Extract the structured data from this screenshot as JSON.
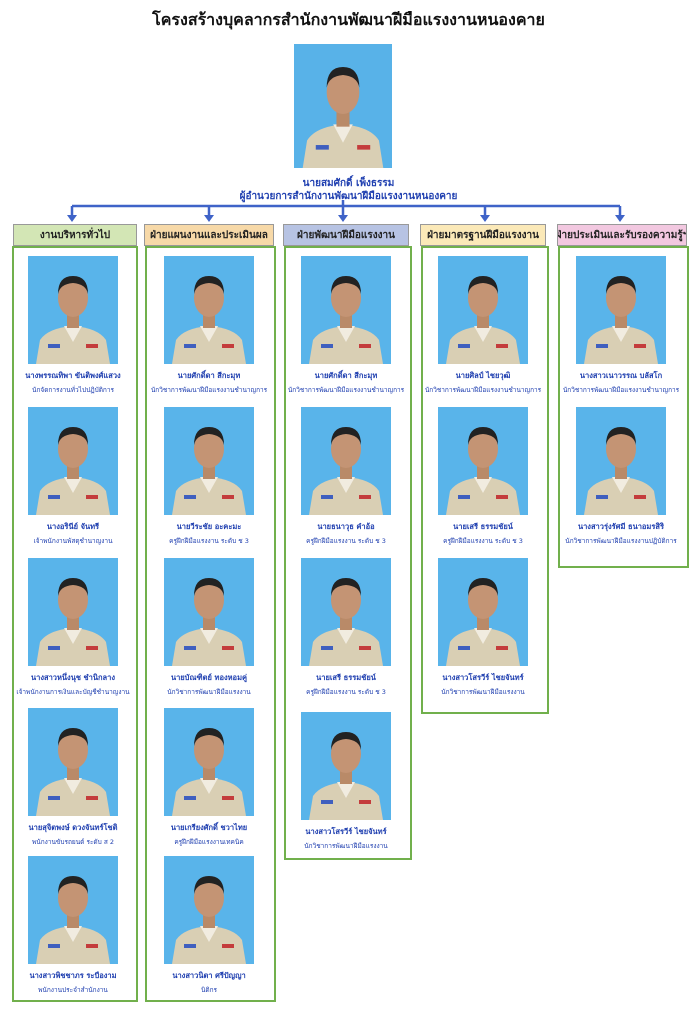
{
  "title": "โครงสร้างบุคลากรสำนักงานพัฒนาฝีมือแรงงานหนองคาย",
  "director": {
    "name": "นายสมศักดิ์ เพ็งธรรม",
    "position": "ผู้อำนวยการสำนักงานพัฒนาฝีมือแรงงานหนองคาย"
  },
  "colors": {
    "frame": "#71b04c",
    "text": "#1f3fb0",
    "photo_bg": "#59b4ea",
    "connector": "#3f63c8"
  },
  "columns": [
    {
      "header": "งานบริหารทั่วไป",
      "header_color": "#d3e6b5",
      "staff": [
        {
          "name": "นางพรรณทิพา ขันติพงศ์แสวง",
          "position": "นักจัดการงานทั่วไปปฏิบัติการ"
        },
        {
          "name": "นางอรินีย์ จันทรี",
          "position": "เจ้าพนักงานพัสดุชำนาญงาน"
        },
        {
          "name": "นางสาวหนึ่งนุช ชำนิกลาง",
          "position": "เจ้าพนักงานการเงินและบัญชีชำนาญงาน"
        },
        {
          "name": "นายสุจิตพงษ์ ดวงจันทร์โชติ",
          "position": "พนักงานขับรถยนต์ ระดับ ส 2"
        },
        {
          "name": "นางสาวพิชชาภร ระบืองาม",
          "position": "พนักงานประจำสำนักงาน"
        }
      ]
    },
    {
      "header": "ฝ่ายแผนงานและประเมินผล",
      "header_color": "#f7d9a8",
      "staff": [
        {
          "name": "นายศักดิ์ดา สีกะมุท",
          "position": "นักวิชาการพัฒนาฝีมือแรงงานชำนาญการ"
        },
        {
          "name": "นายวีระชัย อะคะมะ",
          "position": "ครูฝึกฝีมือแรงงาน ระดับ ช 3"
        },
        {
          "name": "นายบัณฑิตย์ ทองหอมคู่",
          "position": "นักวิชาการพัฒนาฝีมือแรงงาน"
        },
        {
          "name": "นายเกรียงศักดิ์ ชวาไทย",
          "position": "ครูฝึกฝีมือแรงงานเทคนิค"
        },
        {
          "name": "นางสาวนิตา ศรีปัญญา",
          "position": "นิติกร"
        }
      ]
    },
    {
      "header": "ฝ่ายพัฒนาฝีมือแรงงาน",
      "header_color": "#b7c3e3",
      "staff": [
        {
          "name": "นายศักดิ์ดา สีกะมุท",
          "position": "นักวิชาการพัฒนาฝีมือแรงงานชำนาญการ"
        },
        {
          "name": "นายธนาวุธ คำอ้อ",
          "position": "ครูฝึกฝีมือแรงงาน ระดับ ช 3"
        },
        {
          "name": "นายเสรี ธรรมชัยน์",
          "position": "ครูฝึกฝีมือแรงงาน ระดับ ช 3"
        },
        {
          "name": "นางสาวโสรวีร์ ไชยจันทร์",
          "position": "นักวิชาการพัฒนาฝีมือแรงงาน"
        }
      ]
    },
    {
      "header": "ฝ่ายมาตรฐานฝีมือแรงงาน",
      "header_color": "#fbe9b8",
      "staff": [
        {
          "name": "นายศิลป์ ไชยวุฒิ",
          "position": "นักวิชาการพัฒนาฝีมือแรงงานชำนาญการ"
        },
        {
          "name": "นายเสรี ธรรมชัยน์",
          "position": "ครูฝึกฝีมือแรงงาน ระดับ ช 3"
        },
        {
          "name": "นางสาวโสรวีร์ ไชยจันทร์",
          "position": "นักวิชาการพัฒนาฝีมือแรงงาน"
        }
      ]
    },
    {
      "header": "ฝ่ายประเมินและรับรองความรู้ฯ",
      "header_color": "#f2c8e0",
      "staff": [
        {
          "name": "นางสาวเนาวรรณ บลัสโก",
          "position": "นักวิชาการพัฒนาฝีมือแรงงานชำนาญการ"
        },
        {
          "name": "นางสาวรุ่งรัศมี ธนาอมรสิริ",
          "position": "นักวิชาการพัฒนาฝีมือแรงงานปฏิบัติการ"
        }
      ]
    }
  ]
}
